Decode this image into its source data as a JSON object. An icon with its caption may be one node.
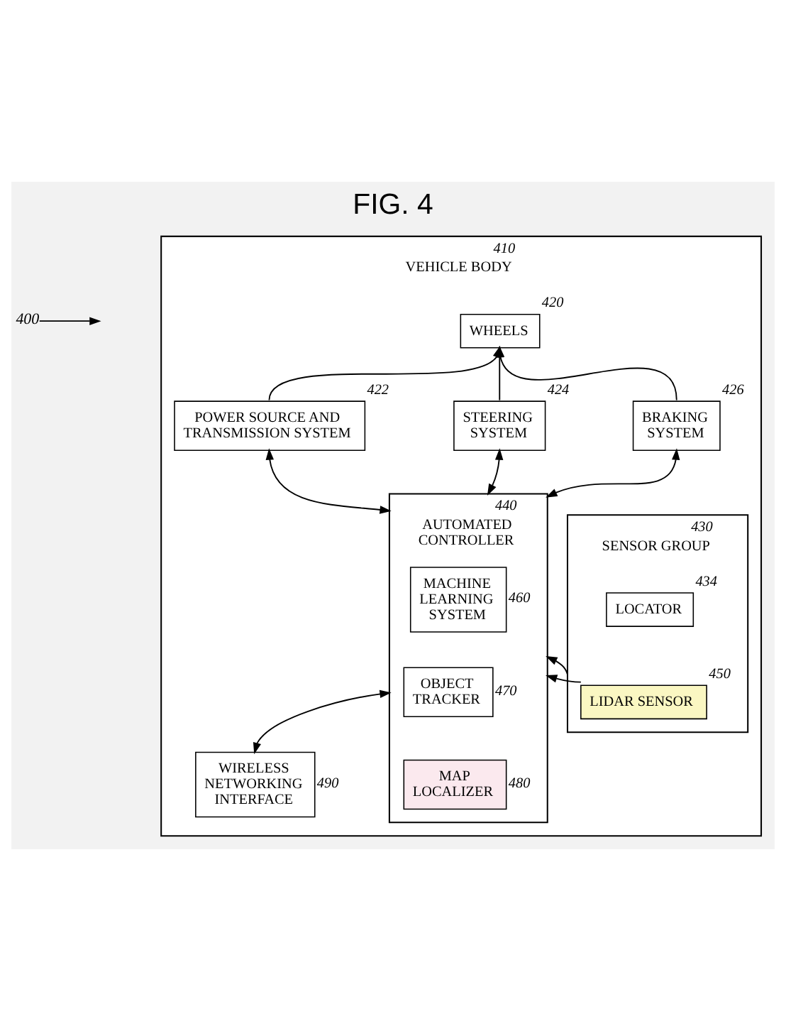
{
  "diagram": {
    "title": "FIG. 4",
    "nodes": [
      {
        "text": [
          "VEHICLE BODY"
        ],
        "beside": [
          "410"
        ]
      },
      {
        "text": [
          "WHEELS"
        ],
        "in": 0,
        "beside": [
          "420"
        ]
      },
      {
        "text": [
          "POWER SOURCE AND TRANSMISSION SYSTEM"
        ],
        "in": 0,
        "beside": [
          "422"
        ]
      },
      {
        "text": [
          "STEERING SYSTEM"
        ],
        "in": 0,
        "beside": [
          "424"
        ]
      },
      {
        "text": [
          "BRAKING SYSTEM"
        ],
        "in": 0,
        "beside": [
          "426"
        ]
      },
      {
        "text": [
          "AUTOMATED CONTROLLER"
        ],
        "in": 0,
        "beside": [
          "440"
        ]
      },
      {
        "text": [
          "MACHINE LEARNING SYSTEM"
        ],
        "in": 5,
        "beside": [
          "460"
        ]
      },
      {
        "text": [
          "OBJECT TRACKER"
        ],
        "in": 5,
        "beside": [
          "470"
        ]
      },
      {
        "text": [
          "MAP LOCALIZER"
        ],
        "in": 5,
        "beside": [
          "480"
        ]
      },
      {
        "text": [
          "SENSOR GROUP"
        ],
        "in": 0,
        "beside": [
          "430"
        ]
      },
      {
        "text": [
          "LOCATOR"
        ],
        "in": 9,
        "beside": [
          "434"
        ]
      },
      {
        "text": [
          "LIDAR SENSOR"
        ],
        "in": 9,
        "beside": [
          "450"
        ]
      },
      {
        "text": [
          "WIRELESS NETWORKING INTERFACE"
        ],
        "in": 0,
        "beside": [
          "490"
        ]
      },
      {
        "text": [
          "400"
        ]
      }
    ],
    "edges": [
      {
        "from": 2,
        "to": 1,
        "arrow": "to"
      },
      {
        "from": 3,
        "to": 1,
        "arrow": "to"
      },
      {
        "from": 4,
        "to": 1,
        "arrow": "to"
      },
      {
        "from": 5,
        "to": 2,
        "arrow": "both"
      },
      {
        "from": 5,
        "to": 3,
        "arrow": "both"
      },
      {
        "from": 5,
        "to": 4,
        "arrow": "both"
      },
      {
        "from": 9,
        "to": 5,
        "arrow": "to"
      },
      {
        "from": 11,
        "to": 5,
        "arrow": "to"
      },
      {
        "from": 12,
        "to": 5,
        "arrow": "both"
      },
      {
        "from": 13,
        "to": null,
        "arrow": "to"
      }
    ]
  }
}
